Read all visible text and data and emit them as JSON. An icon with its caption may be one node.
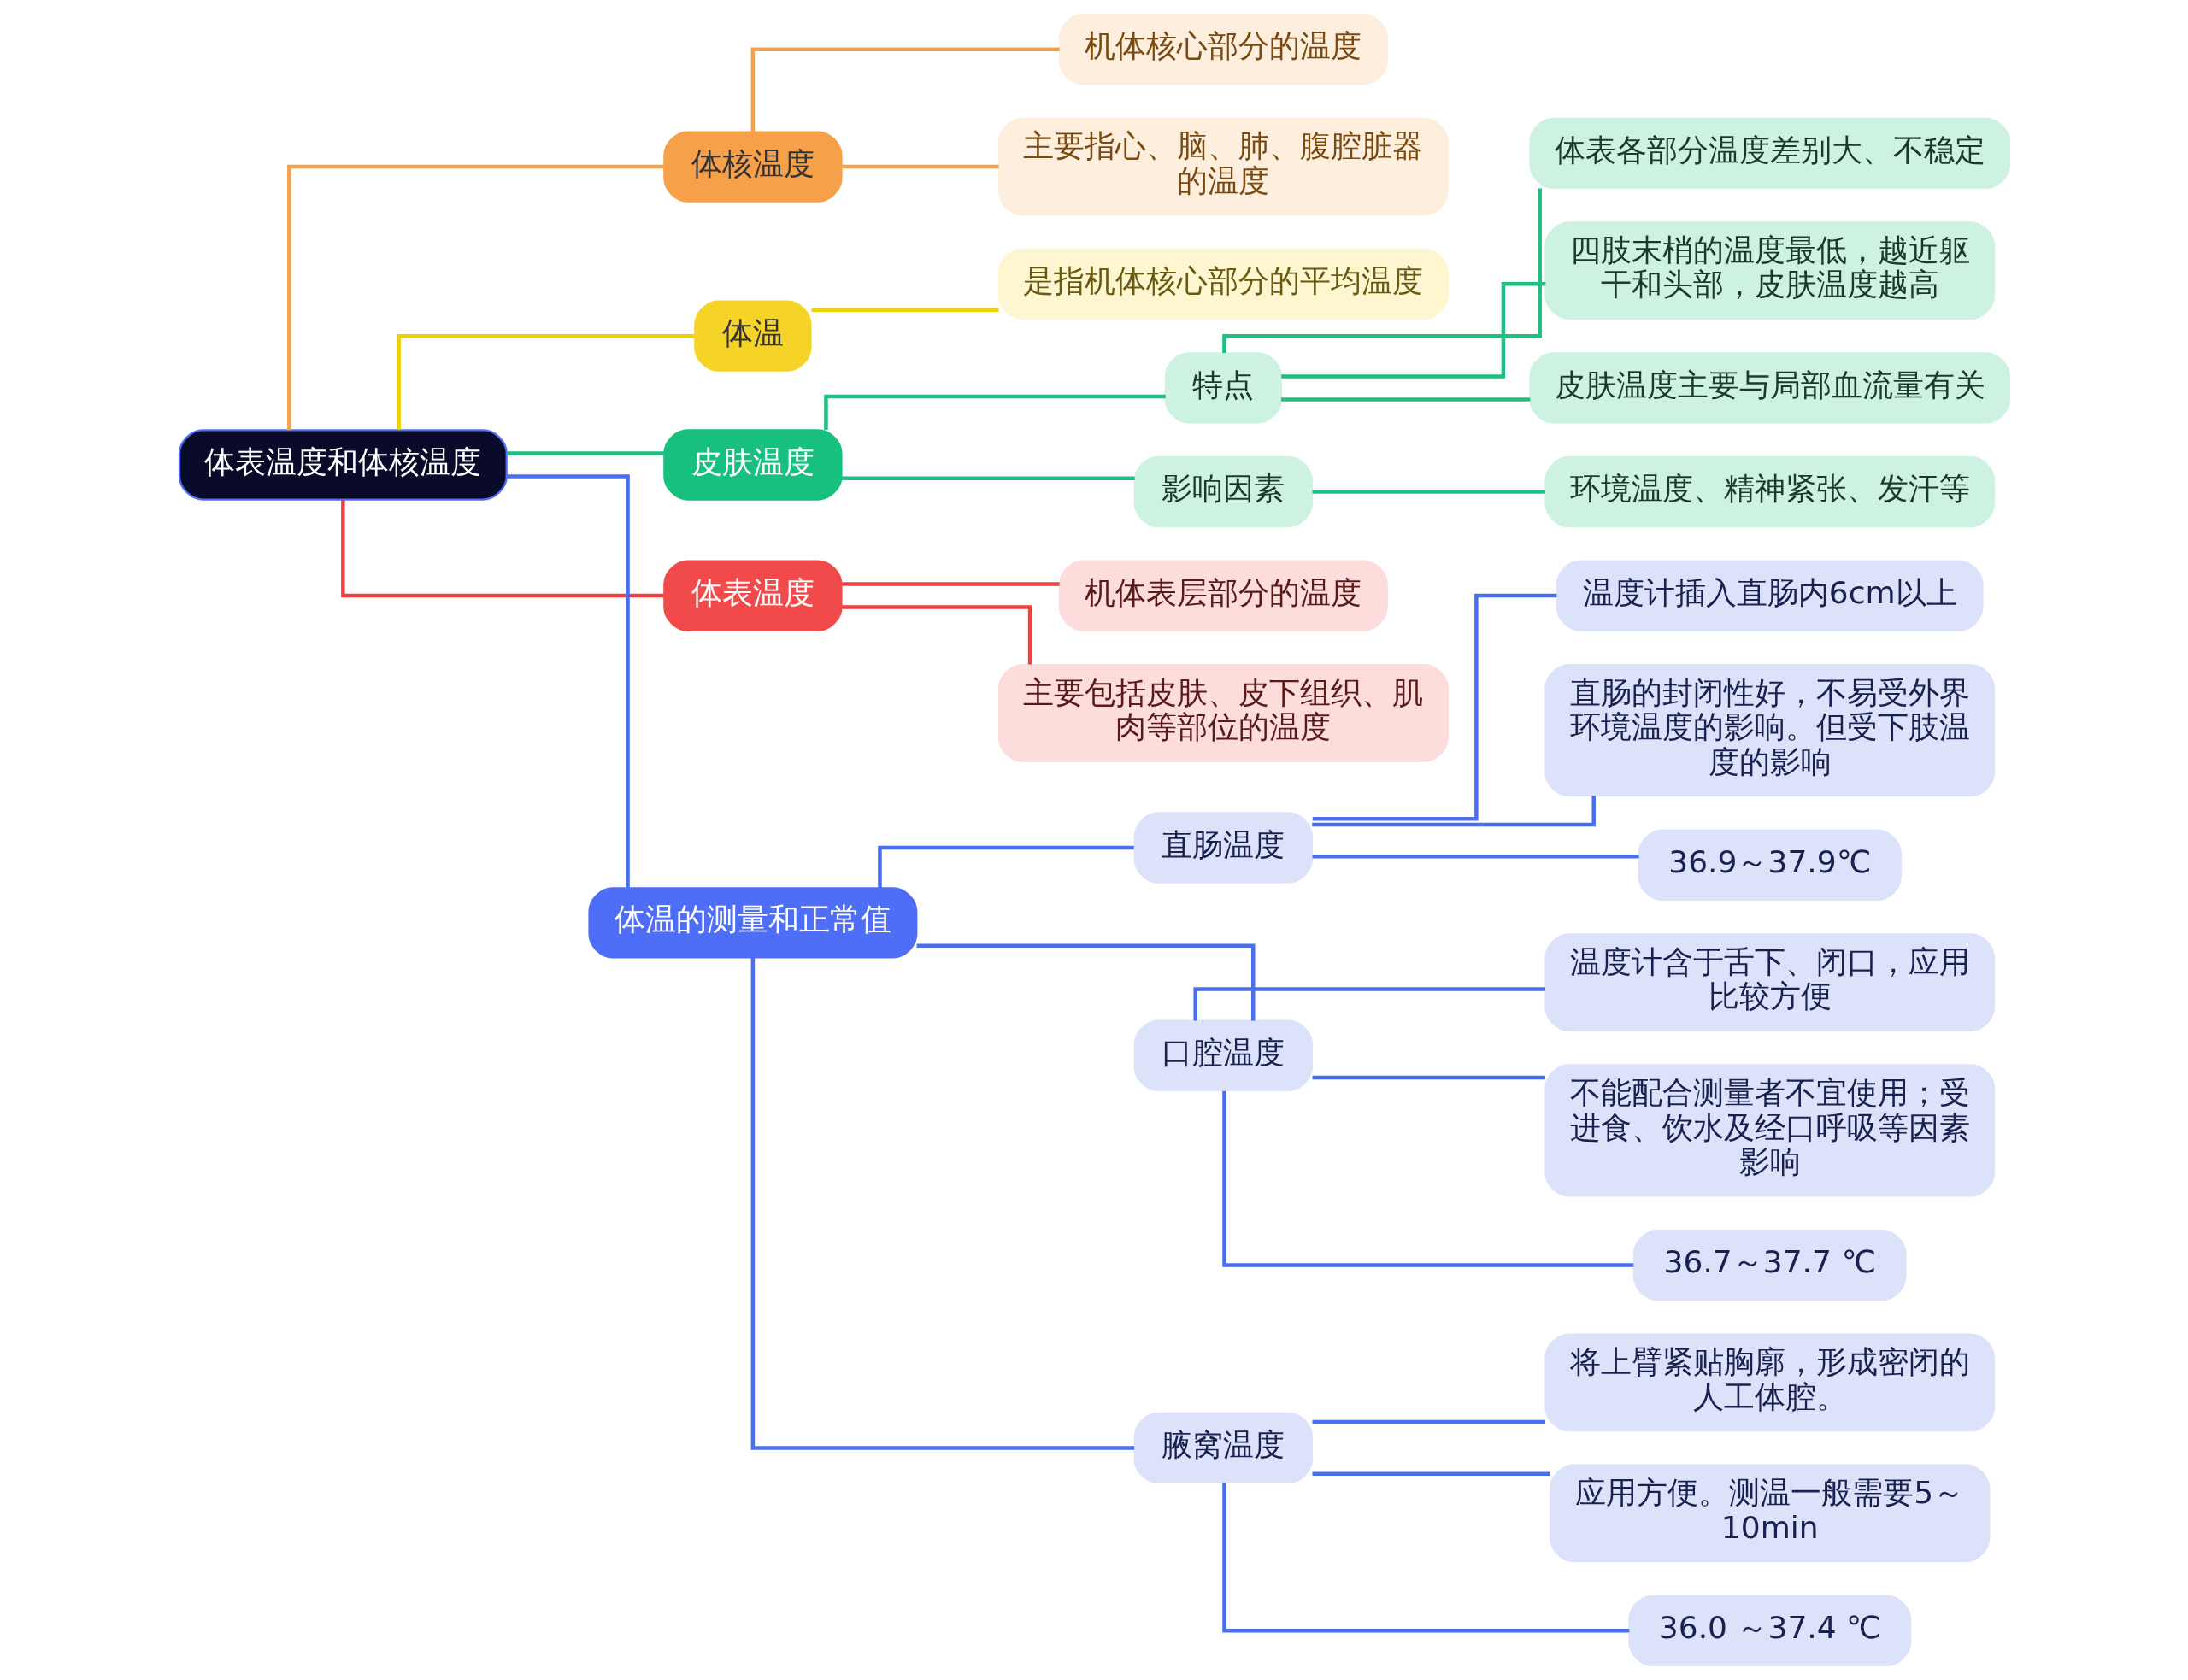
{
  "diagram": {
    "nodes": [
      {
        "text": [
          "体表温度和体核温度"
        ]
      },
      {
        "text": [
          "体核温度"
        ]
      },
      {
        "text": [
          "机体核心部分的温度"
        ]
      },
      {
        "text": [
          "主要指心、脑、肺、腹腔脏器的温度"
        ]
      },
      {
        "text": [
          "体温"
        ]
      },
      {
        "text": [
          "是指机体核心部分的平均温度"
        ]
      },
      {
        "text": [
          "皮肤温度"
        ]
      },
      {
        "text": [
          "特点"
        ]
      },
      {
        "text": [
          "体表各部分温度差别大、不稳定"
        ]
      },
      {
        "text": [
          "四肢末梢的温度最低，越近躯干和头部，皮肤温度越高"
        ]
      },
      {
        "text": [
          "皮肤温度主要与局部血流量有关"
        ]
      },
      {
        "text": [
          "影响因素"
        ]
      },
      {
        "text": [
          "环境温度、精神紧张、发汗等"
        ]
      },
      {
        "text": [
          "体表温度"
        ]
      },
      {
        "text": [
          "机体表层部分的温度"
        ]
      },
      {
        "text": [
          "主要包括皮肤、皮下组织、肌肉等部位的温度"
        ]
      },
      {
        "text": [
          "体温的测量和正常值"
        ]
      },
      {
        "text": [
          "直肠温度"
        ]
      },
      {
        "text": [
          "温度计插入直肠内6cm以上"
        ]
      },
      {
        "text": [
          "直肠的封闭性好，不易受外界环境温度的影响。但受下肢温度的影响"
        ]
      },
      {
        "text": [
          "36.9～37.9℃"
        ]
      },
      {
        "text": [
          "口腔温度"
        ]
      },
      {
        "text": [
          "温度计含于舌下、闭口，应用比较方便"
        ]
      },
      {
        "text": [
          "不能配合测量者不宜使用；受进食、饮水及经口呼吸等因素影响"
        ]
      },
      {
        "text": [
          "36.7～37.7 ℃"
        ]
      },
      {
        "text": [
          "腋窝温度"
        ]
      },
      {
        "text": [
          "将上臂紧贴胸廓，形成密闭的人工体腔。"
        ]
      },
      {
        "text": [
          "应用方便。测温一般需要5～10min"
        ]
      },
      {
        "text": [
          "36.0 ～37.4 ℃"
        ]
      }
    ],
    "edges": [
      {
        "from": 0,
        "to": 1,
        "arrow": "none",
        "color": "#f4a04c"
      },
      {
        "from": 1,
        "to": 2,
        "arrow": "none",
        "color": "#f4a04c"
      },
      {
        "from": 1,
        "to": 3,
        "arrow": "none",
        "color": "#f4a04c"
      },
      {
        "from": 0,
        "to": 4,
        "arrow": "none",
        "color": "#f0d000"
      },
      {
        "from": 4,
        "to": 5,
        "arrow": "none",
        "color": "#f0d000"
      },
      {
        "from": 0,
        "to": 6,
        "arrow": "none",
        "color": "#1fbf80"
      },
      {
        "from": 6,
        "to": 7,
        "arrow": "none",
        "color": "#1fbf80"
      },
      {
        "from": 7,
        "to": 8,
        "arrow": "none",
        "color": "#1fbf80"
      },
      {
        "from": 7,
        "to": 9,
        "arrow": "none",
        "color": "#1fbf80"
      },
      {
        "from": 7,
        "to": 10,
        "arrow": "none",
        "color": "#1fbf80"
      },
      {
        "from": 6,
        "to": 11,
        "arrow": "none",
        "color": "#1fbf80"
      },
      {
        "from": 11,
        "to": 12,
        "arrow": "none",
        "color": "#1fbf80"
      },
      {
        "from": 0,
        "to": 13,
        "arrow": "none",
        "color": "#f04040"
      },
      {
        "from": 13,
        "to": 14,
        "arrow": "none",
        "color": "#f04040"
      },
      {
        "from": 13,
        "to": 15,
        "arrow": "none",
        "color": "#f04040"
      },
      {
        "from": 0,
        "to": 16,
        "arrow": "none"
      },
      {
        "from": 16,
        "to": 17,
        "arrow": "none"
      },
      {
        "from": 17,
        "to": 18,
        "arrow": "none"
      },
      {
        "from": 17,
        "to": 19,
        "arrow": "none"
      },
      {
        "from": 17,
        "to": 20,
        "arrow": "none"
      },
      {
        "from": 16,
        "to": 21,
        "arrow": "none"
      },
      {
        "from": 21,
        "to": 22,
        "arrow": "none"
      },
      {
        "from": 21,
        "to": 23,
        "arrow": "none"
      },
      {
        "from": 21,
        "to": 24,
        "arrow": "none"
      },
      {
        "from": 16,
        "to": 25,
        "arrow": "none"
      },
      {
        "from": 25,
        "to": 26,
        "arrow": "none"
      },
      {
        "from": 25,
        "to": 27,
        "arrow": "none"
      },
      {
        "from": 25,
        "to": 28,
        "arrow": "none"
      }
    ]
  }
}
